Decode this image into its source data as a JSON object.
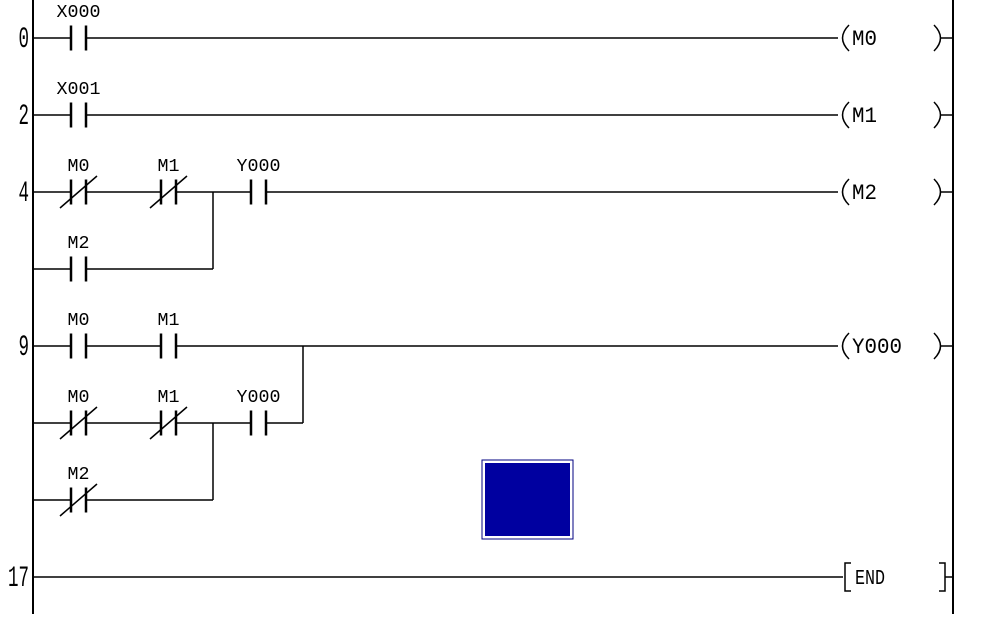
{
  "app": {
    "type": "plc-ladder-editor",
    "colors": {
      "background": "#ffffff",
      "line": "#000000",
      "text": "#000000",
      "cursor_fill": "#0000A0",
      "cursor_border": "#000080",
      "cursor_gap": "#ffffff"
    }
  },
  "ladder": {
    "rungs": [
      {
        "step": "0",
        "rows": [
          {
            "row": 0,
            "cells": [
              {
                "type": "no",
                "label": "X000",
                "col": 0
              }
            ]
          }
        ],
        "output": {
          "kind": "coil",
          "label": "M0"
        }
      },
      {
        "step": "2",
        "rows": [
          {
            "row": 1,
            "cells": [
              {
                "type": "no",
                "label": "X001",
                "col": 0
              }
            ]
          }
        ],
        "output": {
          "kind": "coil",
          "label": "M1"
        }
      },
      {
        "step": "4",
        "rows": [
          {
            "row": 2,
            "cells": [
              {
                "type": "nc",
                "label": "M0",
                "col": 0
              },
              {
                "type": "nc",
                "label": "M1",
                "col": 1
              },
              {
                "type": "no",
                "label": "Y000",
                "col": 2
              }
            ]
          },
          {
            "row": 3,
            "cells": [
              {
                "type": "no",
                "label": "M2",
                "col": 0
              }
            ],
            "join_after_col": 1,
            "joins_row": 2
          }
        ],
        "output": {
          "kind": "coil",
          "label": "M2"
        }
      },
      {
        "step": "9",
        "rows": [
          {
            "row": 4,
            "cells": [
              {
                "type": "no",
                "label": "M0",
                "col": 0
              },
              {
                "type": "no",
                "label": "M1",
                "col": 1
              }
            ]
          },
          {
            "row": 5,
            "cells": [
              {
                "type": "nc",
                "label": "M0",
                "col": 0
              },
              {
                "type": "nc",
                "label": "M1",
                "col": 1
              },
              {
                "type": "no",
                "label": "Y000",
                "col": 2
              }
            ],
            "join_after_col": 2,
            "joins_row": 4
          },
          {
            "row": 6,
            "cells": [
              {
                "type": "nc",
                "label": "M2",
                "col": 0
              }
            ],
            "join_after_col": 1,
            "joins_row": 5
          }
        ],
        "output": {
          "kind": "coil",
          "label": "Y000"
        }
      },
      {
        "step": "17",
        "rows": [
          {
            "row": 7,
            "cells": []
          }
        ],
        "output": {
          "kind": "instruction",
          "label": "END"
        }
      }
    ],
    "cursor": {
      "row": 6,
      "col": 5
    }
  }
}
